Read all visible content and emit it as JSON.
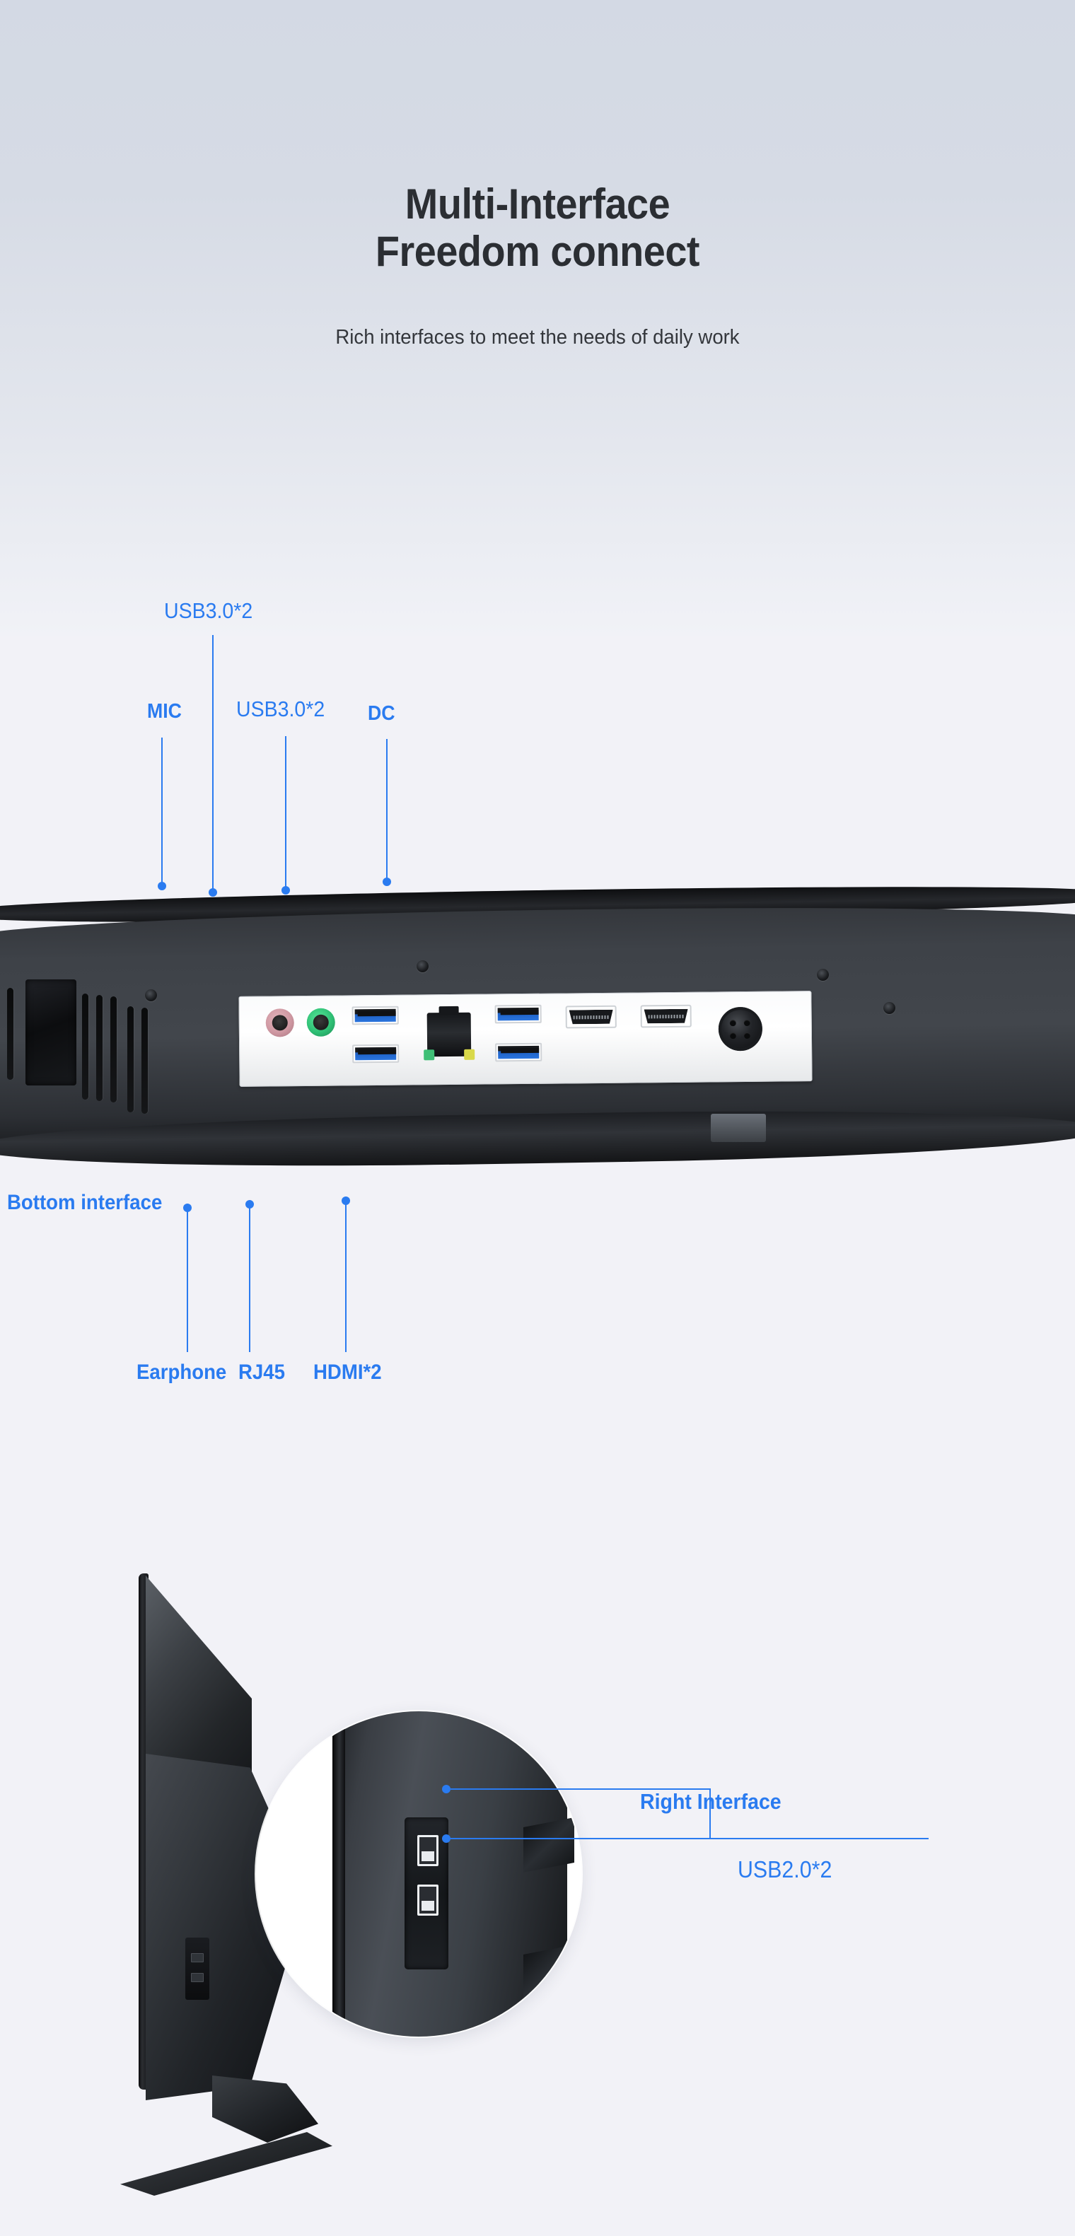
{
  "header": {
    "headline_line1": "Multi-Interface",
    "headline_line2": "Freedom connect",
    "subtitle": "Rich interfaces to meet the needs of daily work"
  },
  "colors": {
    "accent_blue": "#2a7bf0",
    "heading_dark": "#2b2e33",
    "bg_top": "#d3d9e4",
    "bg_bottom": "#f2f2f7",
    "mic_jack_pink": "#d9a0a8",
    "audio_jack_green": "#3cc77a",
    "usb3_blue": "#2a74dd"
  },
  "bottom_section": {
    "top_labels": [
      {
        "text": "USB3.0*2",
        "name": "usb3-upper"
      },
      {
        "text": "MIC",
        "name": "mic"
      },
      {
        "text": "USB3.0*2",
        "name": "usb3-lower"
      },
      {
        "text": "DC",
        "name": "dc"
      }
    ],
    "bottom_labels": [
      {
        "text": "Bottom interface",
        "name": "bottom-interface"
      },
      {
        "text": "Earphone",
        "name": "earphone"
      },
      {
        "text": "RJ45",
        "name": "rj45"
      },
      {
        "text": "HDMI*2",
        "name": "hdmi"
      }
    ]
  },
  "right_section": {
    "labels": [
      {
        "text": "Right Interface",
        "name": "right-interface"
      },
      {
        "text": "USB2.0*2",
        "name": "usb2"
      }
    ]
  },
  "io_ports": {
    "mic_jack": "MIC",
    "earphone_jack": "Earphone",
    "usb3_count": 4,
    "rj45": "RJ45",
    "hdmi_count": 2,
    "dc_pins": 4
  }
}
